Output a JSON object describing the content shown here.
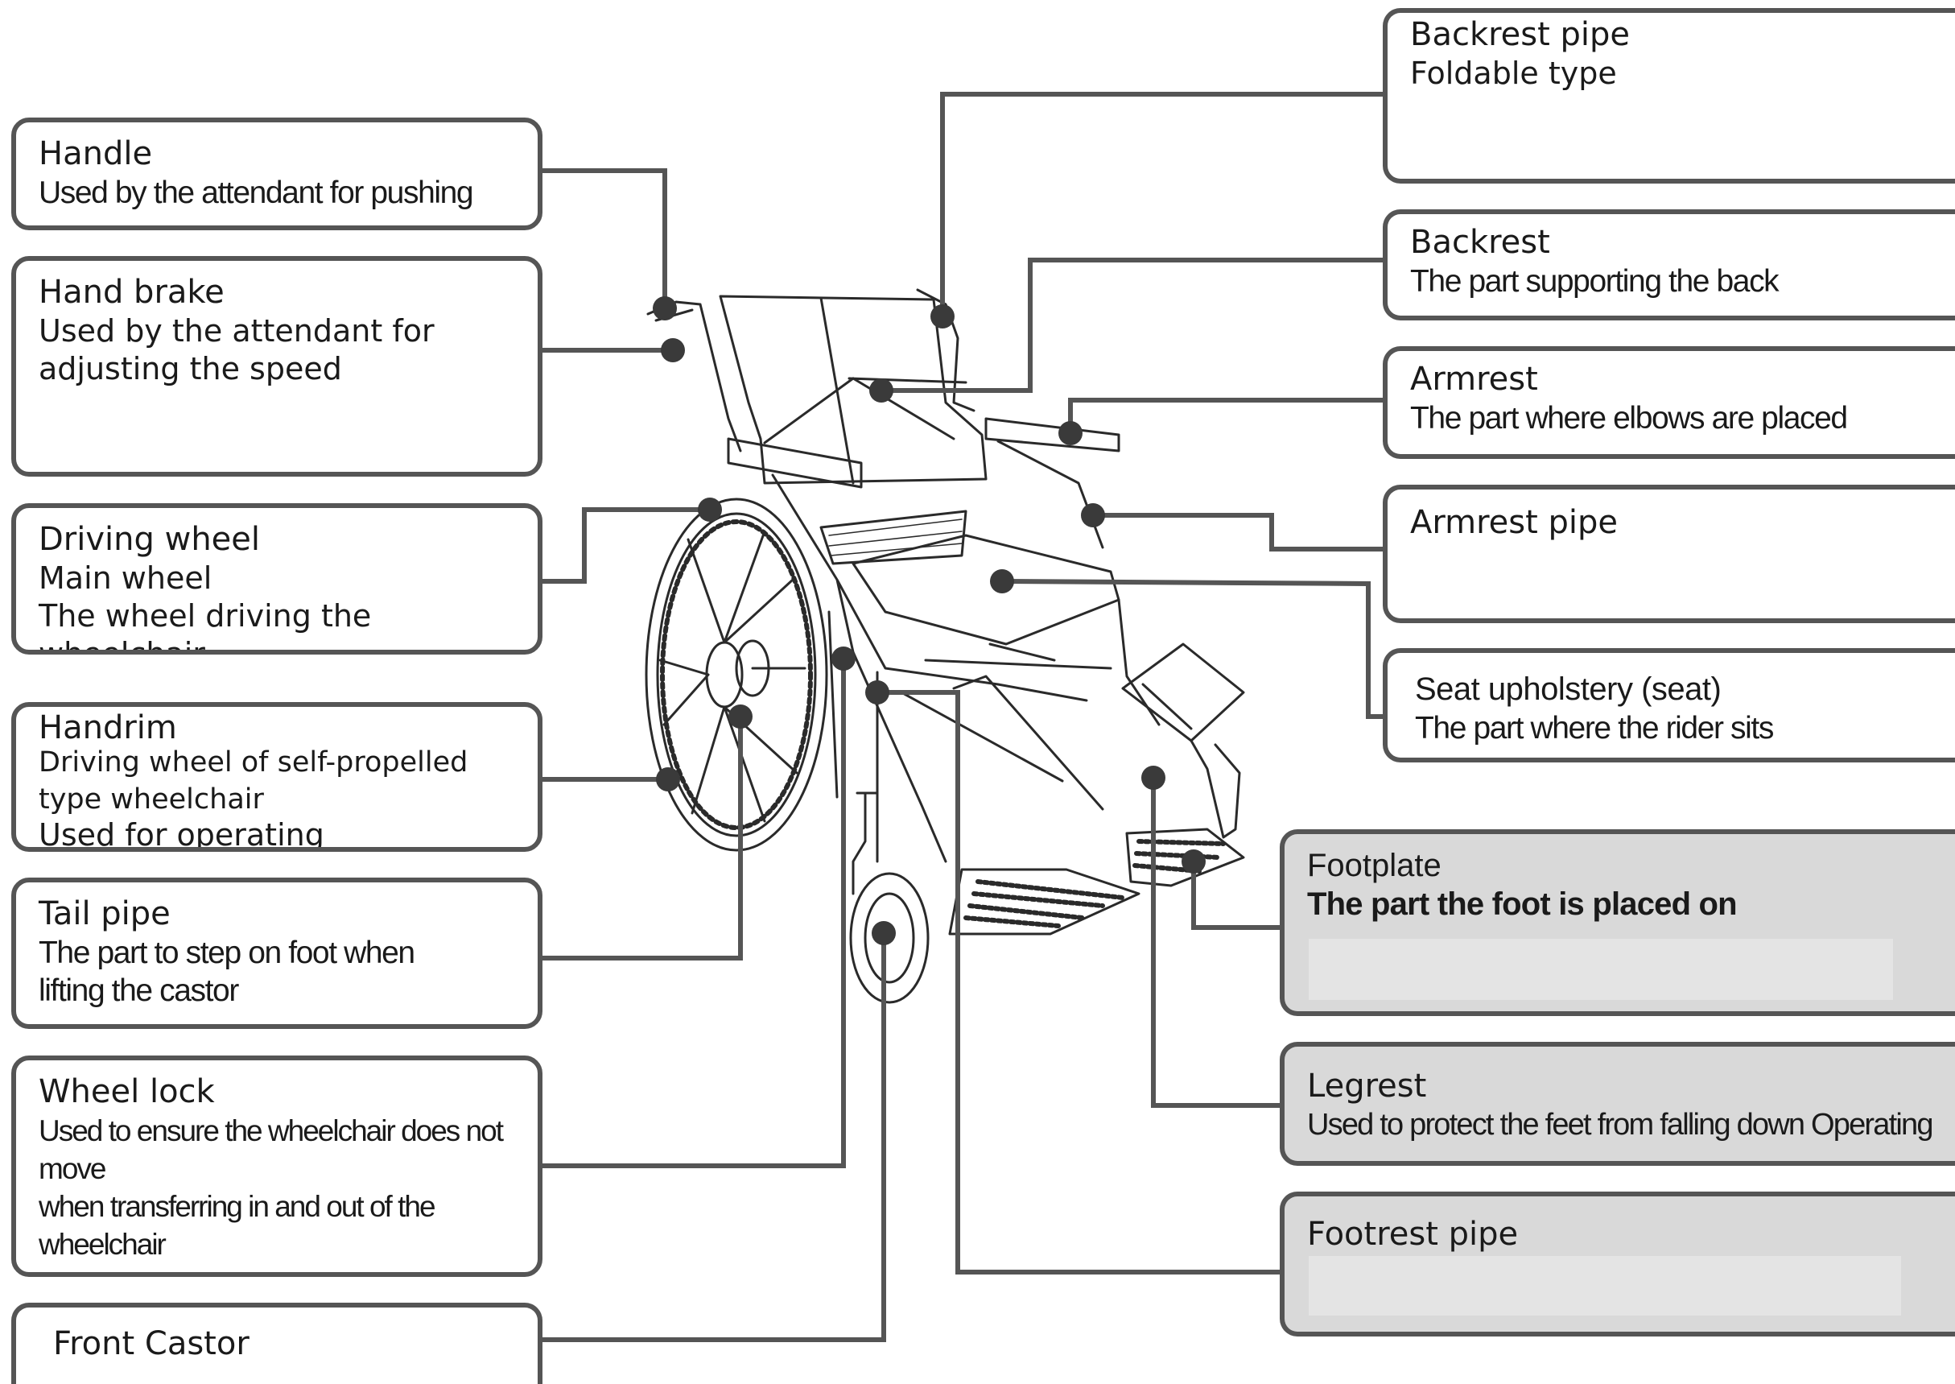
{
  "diagram": {
    "colors": {
      "border": "#555555",
      "leader": "#555555",
      "dot": "#3a3a3a",
      "shaded": "#d9d9d9"
    },
    "left_labels": [
      {
        "title": "Handle",
        "desc": "Used by the attendant for pushing"
      },
      {
        "title": "Hand brake",
        "desc": "Used by the attendant for\nadjusting the speed"
      },
      {
        "title": "Driving wheel",
        "desc": "Main wheel\nThe wheel driving the wheelchair"
      },
      {
        "title": "Handrim",
        "desc": "Driving wheel of self-propelled\ntype wheelchair",
        "desc2": "Used for operating"
      },
      {
        "title": "Tail pipe",
        "desc": "The part to step on foot when\nlifting the castor"
      },
      {
        "title": "Wheel lock",
        "desc": "Used to ensure the wheelchair does not move\nwhen transferring in and out of the wheelchair"
      },
      {
        "title": "Front Castor"
      }
    ],
    "right_labels": [
      {
        "title": "Backrest pipe",
        "desc": "Foldable type"
      },
      {
        "title": "Backrest",
        "desc": "The part supporting the back"
      },
      {
        "title": "Armrest",
        "desc": "The part where elbows are placed"
      },
      {
        "title": "Armrest pipe"
      },
      {
        "title": "Seat upholstery (seat)",
        "desc": "The part where the rider sits"
      },
      {
        "title": "Footplate",
        "desc": "The part the foot is placed on"
      },
      {
        "title": "Legrest",
        "desc": "Used to protect the feet from falling down Operating"
      },
      {
        "title": "Footrest pipe"
      }
    ]
  }
}
